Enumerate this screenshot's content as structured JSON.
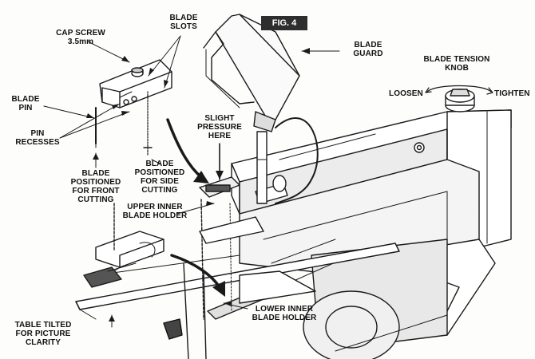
{
  "figure": {
    "label": "FIG. 4"
  },
  "labels": {
    "cap_screw": [
      "CAP SCREW",
      "3.5mm"
    ],
    "blade_slots": [
      "BLADE",
      "SLOTS"
    ],
    "blade_guard": [
      "BLADE",
      "GUARD"
    ],
    "blade_tension_knob": [
      "BLADE TENSION",
      "KNOB"
    ],
    "loosen": "LOOSEN",
    "tighten": "TIGHTEN",
    "blade_pin": [
      "BLADE",
      "PIN"
    ],
    "slight_pressure": [
      "SLIGHT",
      "PRESSURE",
      "HERE"
    ],
    "pin_recesses": [
      "PIN",
      "RECESSES"
    ],
    "front_cutting": [
      "BLADE",
      "POSITIONED",
      "FOR FRONT",
      "CUTTING"
    ],
    "side_cutting": [
      "BLADE",
      "POSITIONED",
      "FOR SIDE",
      "CUTTING"
    ],
    "upper_inner_holder": [
      "UPPER INNER",
      "BLADE HOLDER"
    ],
    "lower_inner_holder": [
      "LOWER INNER",
      "BLADE HOLDER"
    ],
    "table_tilted": [
      "TABLE TILTED",
      "FOR PICTURE",
      "CLARITY"
    ]
  },
  "colors": {
    "ink": "#1a1a1a",
    "shade": "#9a9a9a",
    "fig_bg": "#2e2e2e"
  }
}
